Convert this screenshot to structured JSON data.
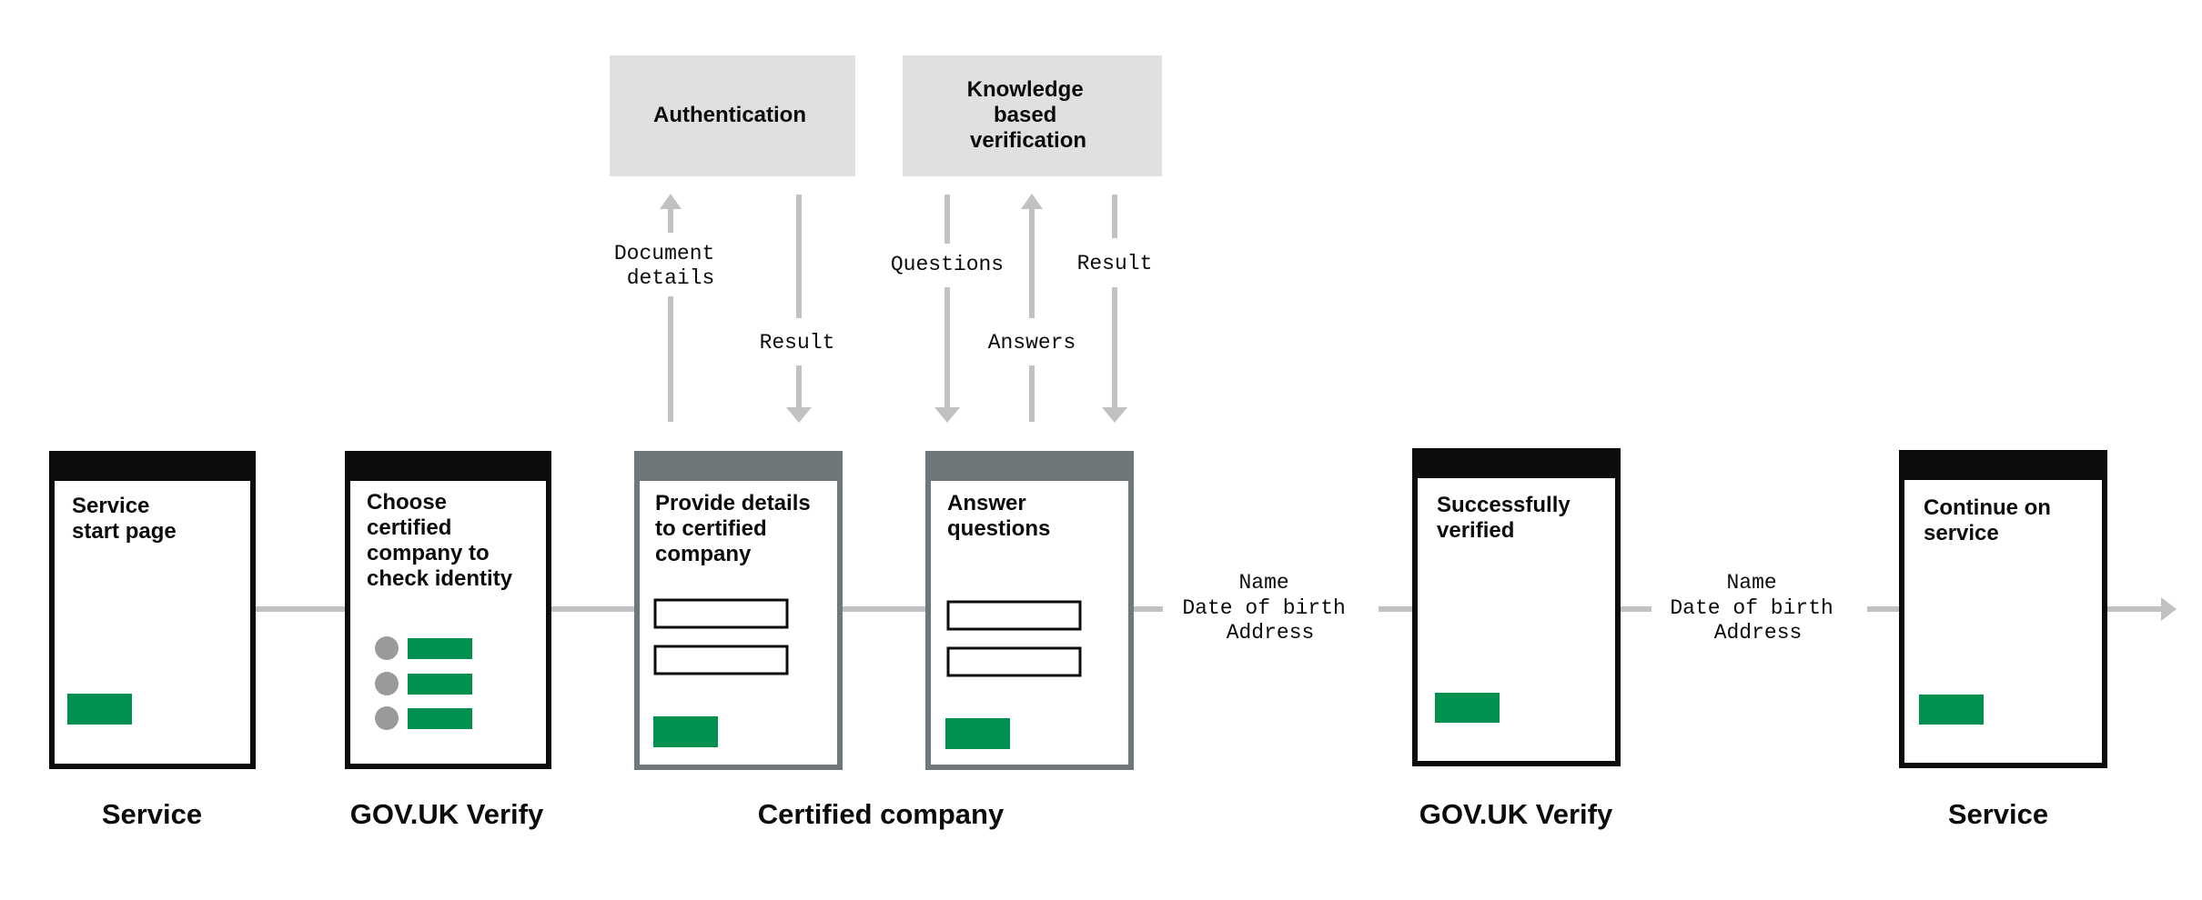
{
  "colors": {
    "black": "#0b0c0c",
    "green": "#00904f",
    "grey_line": "#bfc1c3",
    "grey_box": "#dee0e2",
    "grey_frame": "#6f777b",
    "grey_dot": "#9a9a9a"
  },
  "screens": [
    {
      "id": "service-start",
      "title_lines": [
        "Service",
        "start page"
      ],
      "frame": "black"
    },
    {
      "id": "choose-company",
      "title_lines": [
        "Choose",
        "certified",
        "company to",
        "check identity"
      ],
      "frame": "black"
    },
    {
      "id": "provide-details",
      "title_lines": [
        "Provide details",
        "to certified",
        "company"
      ],
      "frame": "grey"
    },
    {
      "id": "answer-questions",
      "title_lines": [
        "Answer",
        "questions"
      ],
      "frame": "grey"
    },
    {
      "id": "successfully-verified",
      "title_lines": [
        "Successfully",
        "verified"
      ],
      "frame": "black"
    },
    {
      "id": "continue-service",
      "title_lines": [
        "Continue on",
        "service"
      ],
      "frame": "black"
    }
  ],
  "groups": [
    {
      "id": "service-left",
      "label": "Service"
    },
    {
      "id": "verify-left",
      "label": "GOV.UK Verify"
    },
    {
      "id": "certified",
      "label": "Certified company"
    },
    {
      "id": "verify-right",
      "label": "GOV.UK Verify"
    },
    {
      "id": "service-right",
      "label": "Service"
    }
  ],
  "systems": [
    {
      "id": "authentication",
      "label_lines": [
        "Authentication"
      ]
    },
    {
      "id": "kbv",
      "label_lines": [
        "Knowledge",
        "based",
        "verification"
      ]
    }
  ],
  "flows": {
    "document_details": [
      "Document",
      "details"
    ],
    "result_auth": [
      "Result"
    ],
    "questions": [
      "Questions"
    ],
    "answers": [
      "Answers"
    ],
    "result_kbv": [
      "Result"
    ],
    "attributes_1": [
      "Name",
      "Date of birth",
      "Address"
    ],
    "attributes_2": [
      "Name",
      "Date of birth",
      "Address"
    ]
  }
}
